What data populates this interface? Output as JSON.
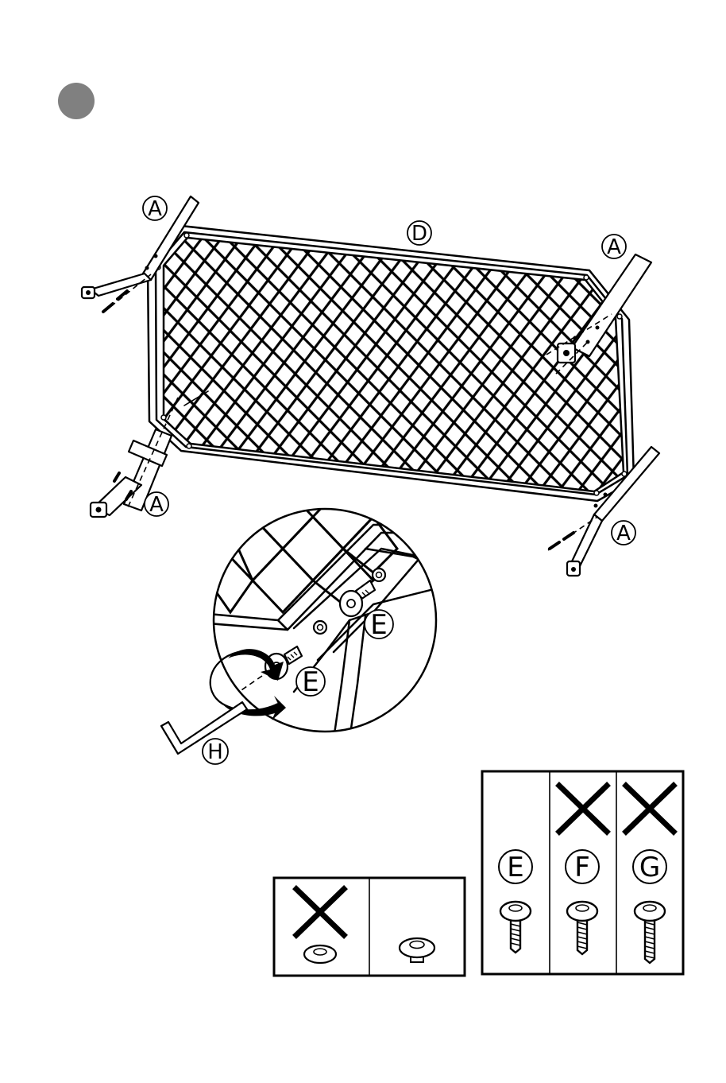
{
  "step_marker_color": "#808080",
  "labels": {
    "leg_top_left": "A",
    "leg_top_right": "A",
    "leg_bottom_left": "A",
    "leg_bottom_right": "A",
    "net_panel": "D",
    "bolt_upper": "E",
    "bolt_lower": "E",
    "hex_key": "H"
  },
  "washer_table": {
    "cells": [
      {
        "state": "wrong"
      },
      {
        "state": "correct"
      }
    ]
  },
  "bolt_table": {
    "cells": [
      {
        "label": "E",
        "state": "correct"
      },
      {
        "label": "F",
        "state": "wrong"
      },
      {
        "label": "G",
        "state": "wrong"
      }
    ]
  }
}
